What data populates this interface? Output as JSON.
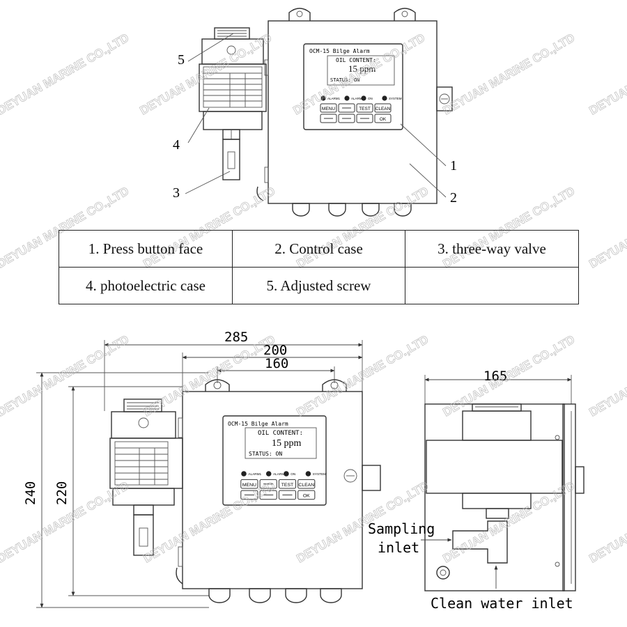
{
  "top_view": {
    "callouts": [
      "5",
      "4",
      "3",
      "1",
      "2"
    ],
    "device": {
      "title": "OCM-15 Bilge Alarm",
      "reading_label": "OIL CONTENT:",
      "reading_value": "15 ppm",
      "status_top": "STATUS: ON",
      "status_bottom": "STATUS: ON",
      "indicators": [
        "ALARM1",
        "ALARM2",
        "ON",
        "SYSTEM"
      ],
      "buttons": [
        "MENU",
        "",
        "TEST",
        "CLEAN",
        "",
        "",
        "",
        "OK"
      ]
    }
  },
  "legend": {
    "rows": [
      [
        "1.  Press button face",
        "2.  Control case",
        "3.  three-way valve"
      ],
      [
        "4.  photoelectric case",
        "5.  Adjusted screw",
        ""
      ]
    ]
  },
  "front_view": {
    "dimensions": {
      "overall_width": "285",
      "case_width": "200",
      "mount_spacing": "160",
      "overall_height": "240",
      "case_height": "220"
    }
  },
  "side_view": {
    "dimension_depth": "165",
    "labels": {
      "sampling_line1": "Sampling",
      "sampling_line2": "inlet",
      "clean_water": "Clean water inlet"
    }
  },
  "watermark": "DEYUAN MARINE CO.,LTD"
}
